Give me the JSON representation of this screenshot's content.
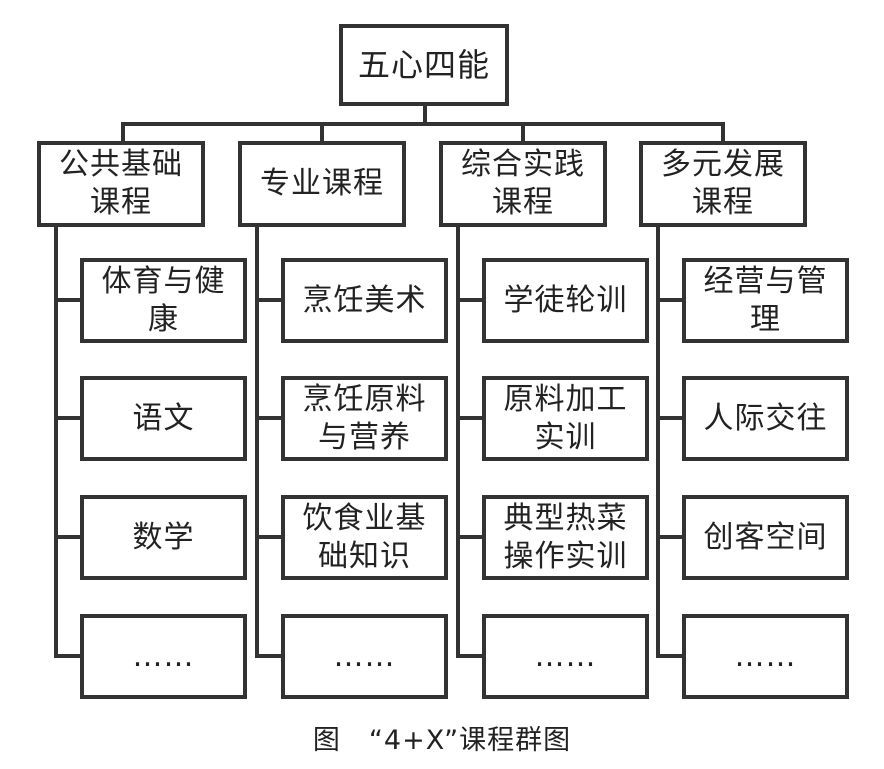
{
  "root": "五心四能",
  "categories": [
    {
      "label": "公共基础\n课程",
      "items": [
        "体育与健\n康",
        "语文",
        "数学",
        "……"
      ]
    },
    {
      "label": "专业课程",
      "items": [
        "烹饪美术",
        "烹饪原料\n与营养",
        "饮食业基\n础知识",
        "……"
      ]
    },
    {
      "label": "综合实践\n课程",
      "items": [
        "学徒轮训",
        "原料加工\n实训",
        "典型热菜\n操作实训",
        "……"
      ]
    },
    {
      "label": "多元发展\n课程",
      "items": [
        "经营与管\n理",
        "人际交往",
        "创客空间",
        "……"
      ]
    }
  ],
  "caption": "图　“4+X”课程群图"
}
